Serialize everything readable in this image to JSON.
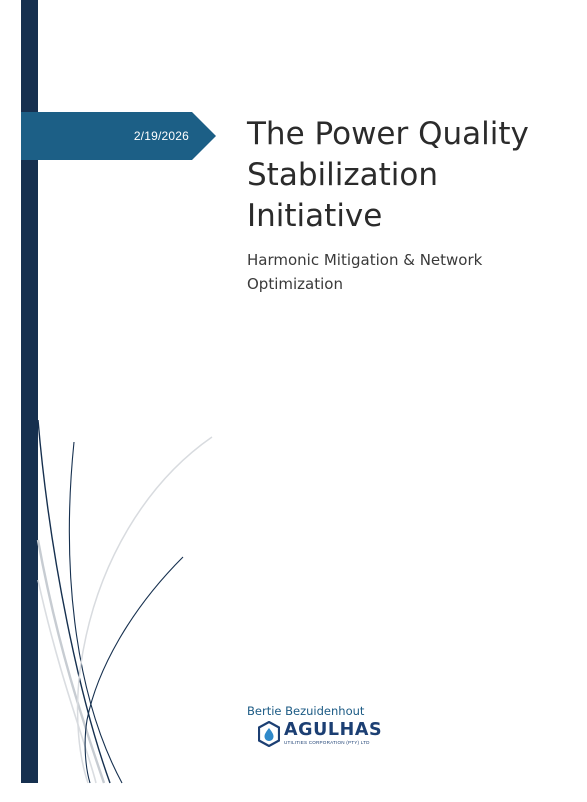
{
  "cover": {
    "date": "2/19/2026",
    "title": "The Power Quality Stabilization Initiative",
    "subtitle": "Harmonic Mitigation & Network Optimization",
    "author": "Bertie Bezuidenhout"
  },
  "logo": {
    "name": "AGULHAS",
    "tagline": "UTILITIES CORPORATION (PTY) LTD"
  },
  "colors": {
    "navy_bar": "#16304f",
    "banner_blue": "#1c5f86",
    "title_text": "#2b2b2b",
    "author_text": "#1b5a84",
    "logo_navy": "#1c3f73",
    "logo_drop": "#2f89c9"
  }
}
